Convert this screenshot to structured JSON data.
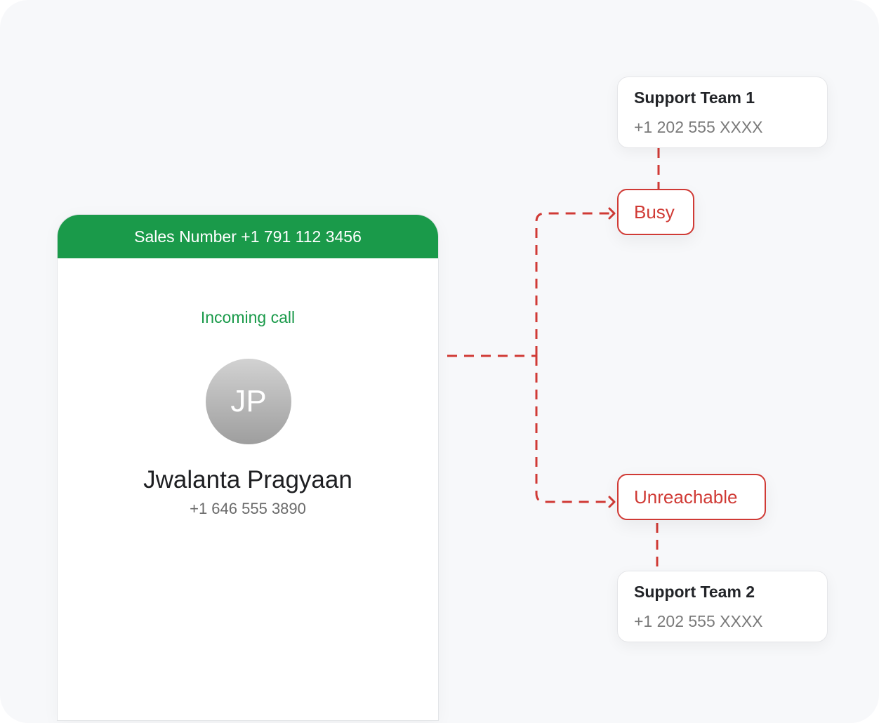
{
  "phone": {
    "header": "Sales Number +1 791 112 3456",
    "status": "Incoming call",
    "avatar_initials": "JP",
    "caller_name": "Jwalanta Pragyaan",
    "caller_number": "+1 646 555 3890"
  },
  "routes": {
    "busy": {
      "label": "Busy",
      "team": {
        "name": "Support Team 1",
        "number": "+1 202 555 XXXX"
      }
    },
    "unreachable": {
      "label": "Unreachable",
      "team": {
        "name": "Support Team 2",
        "number": "+1 202 555 XXXX"
      }
    }
  },
  "colors": {
    "brand": "#1A9A4A",
    "alert": "#D03A35"
  }
}
